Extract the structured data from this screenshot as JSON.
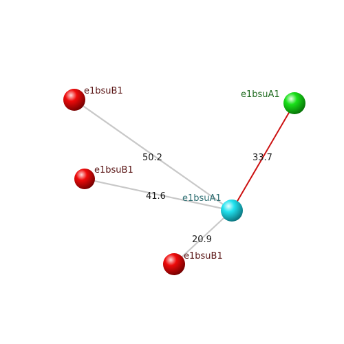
{
  "graph": {
    "nodes": [
      {
        "id": "center",
        "label": "e1bsuA1",
        "color": "#18d8e6",
        "label_color": "#2f6f73"
      },
      {
        "id": "green",
        "label": "e1bsuA1",
        "color": "#11d611",
        "label_color": "#1f6b1f"
      },
      {
        "id": "red-top",
        "label": "e1bsuB1",
        "color": "#e20000",
        "label_color": "#5a1515"
      },
      {
        "id": "red-mid",
        "label": "e1bsuB1",
        "color": "#e20000",
        "label_color": "#5a1515"
      },
      {
        "id": "red-bottom",
        "label": "e1bsuB1",
        "color": "#e20000",
        "label_color": "#5a1515"
      }
    ],
    "edges": [
      {
        "from": "center",
        "to": "green",
        "label": "33.7",
        "color": "#cc1010"
      },
      {
        "from": "center",
        "to": "red-top",
        "label": "50.2",
        "color": "#c8c8c8"
      },
      {
        "from": "center",
        "to": "red-mid",
        "label": "41.6",
        "color": "#c8c8c8"
      },
      {
        "from": "center",
        "to": "red-bottom",
        "label": "20.9",
        "color": "#c8c8c8"
      }
    ]
  }
}
